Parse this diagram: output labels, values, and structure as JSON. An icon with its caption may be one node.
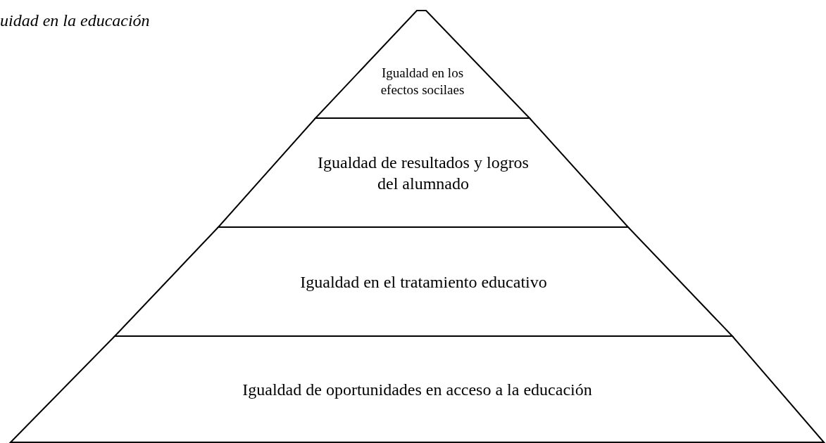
{
  "diagram": {
    "title": "uidad en la educación",
    "nodes": [
      {
        "text": [
          "Igualdad en los efectos socilaes"
        ]
      },
      {
        "text": [
          "Igualdad de resultados y logros del alumnado"
        ]
      },
      {
        "text": [
          "Igualdad en el tratamiento educativo"
        ]
      },
      {
        "text": [
          "Igualdad de oportunidades en acceso a la educación"
        ]
      }
    ]
  }
}
